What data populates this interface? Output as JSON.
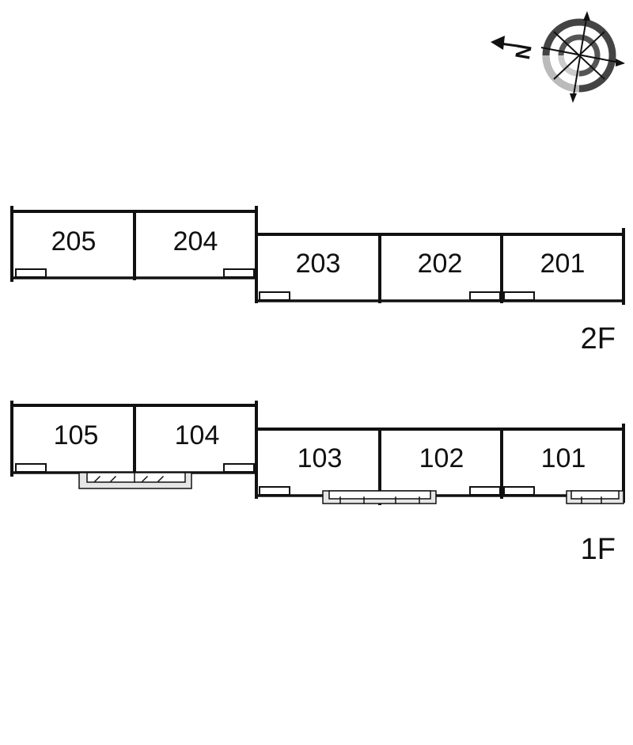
{
  "compass": {
    "label": "N",
    "icon": "compass-icon"
  },
  "floors": [
    {
      "label": "2F",
      "units": [
        "205",
        "204",
        "203",
        "202",
        "201"
      ]
    },
    {
      "label": "1F",
      "units": [
        "105",
        "104",
        "103",
        "102",
        "101"
      ]
    }
  ],
  "colors": {
    "line": "#111111",
    "compass_ring_dark": "#444444",
    "compass_ring_light": "#bbbbbb"
  }
}
